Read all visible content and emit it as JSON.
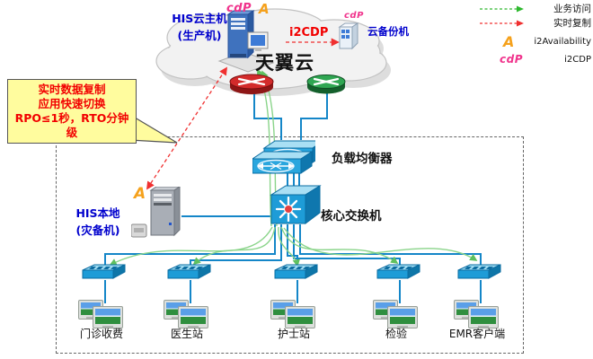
{
  "colors": {
    "blue_text": "#0000cd",
    "red": "#f20000",
    "pink_logo": "#f0338c",
    "orange_logo": "#f5a11c",
    "device_blue": "#1e9cd7",
    "line_blue": "#1486c8",
    "green_line": "#8ad48a",
    "legend_green": "#2db82d",
    "callout_bg": "#fffc9e"
  },
  "cloud": {
    "label": "天翼云"
  },
  "cloud_host": {
    "name": "HIS云主机\n(生产机)",
    "badge_cdp": "cdP",
    "badge_a": "A"
  },
  "cloud_backup": {
    "name": "云备份机",
    "badge_cdp": "cdP"
  },
  "replication_link": {
    "label": "i2CDP"
  },
  "load_balancer": {
    "label": "负载均衡器"
  },
  "core_switch": {
    "label": "核心交换机"
  },
  "local_server": {
    "name": "HIS本地\n(灾备机)",
    "badge_a": "A"
  },
  "callout": {
    "text": "实时数据复制\n应用快速切换\nRPO≤1秒，RTO分钟\n级"
  },
  "clients": [
    {
      "label": "门诊收费"
    },
    {
      "label": "医生站"
    },
    {
      "label": "护士站"
    },
    {
      "label": "检验"
    },
    {
      "label": "EMR客户端"
    }
  ],
  "legend": {
    "items": [
      {
        "icon": "green-dashed-arrow",
        "label": "业务访问"
      },
      {
        "icon": "red-dashed-arrow",
        "label": "实时复制"
      },
      {
        "icon": "i2availability-logo",
        "glyph": "A",
        "label": "i2Availability"
      },
      {
        "icon": "i2cdp-logo",
        "glyph": "cdP",
        "label": "i2CDP"
      }
    ]
  }
}
